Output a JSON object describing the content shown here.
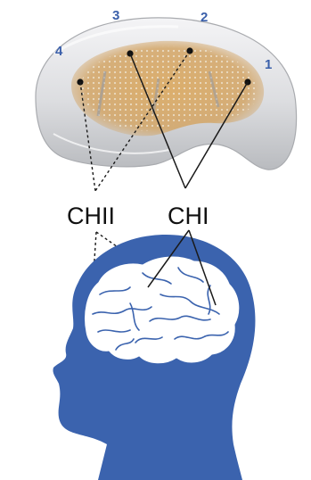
{
  "electrode_labels": [
    {
      "id": "1",
      "text": "1"
    },
    {
      "id": "2",
      "text": "2"
    },
    {
      "id": "3",
      "text": "3"
    },
    {
      "id": "4",
      "text": "4"
    }
  ],
  "channels": [
    {
      "id": "CHII",
      "text": "CHII",
      "line_style": "dashed",
      "electrodes": [
        "4",
        "2"
      ]
    },
    {
      "id": "CHI",
      "text": "CHI",
      "line_style": "solid",
      "electrodes": [
        "3",
        "1"
      ]
    }
  ],
  "colors": {
    "electrode_label": "#3a5faa",
    "head": "#3b63ae",
    "brain": "#ffffff",
    "line": "#1a1a1a",
    "text": "#111111",
    "helmet_shell": "#dcdde0",
    "helmet_pad": "#d8a868",
    "electrode_dot": "#111111"
  },
  "icons": {
    "helmet": "eeg-helmet-icon",
    "head": "head-silhouette-icon",
    "brain": "brain-icon"
  }
}
